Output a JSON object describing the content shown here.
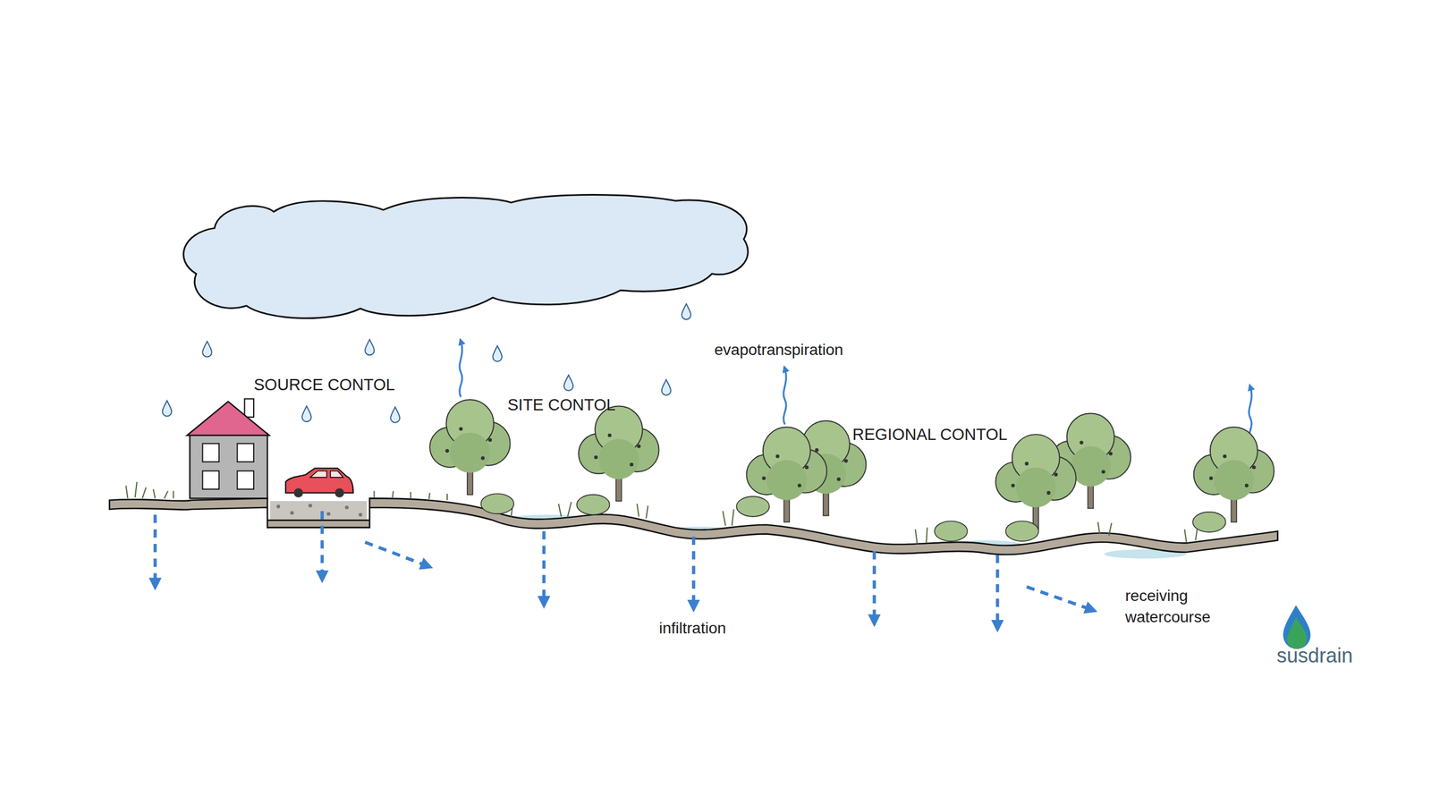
{
  "diagram": {
    "labels": [
      "SOURCE CONTOL",
      "SITE CONTOL",
      "evapotranspiration",
      "REGIONAL CONTOL",
      "infiltration",
      "receiving watercourse",
      "susdrain"
    ]
  }
}
